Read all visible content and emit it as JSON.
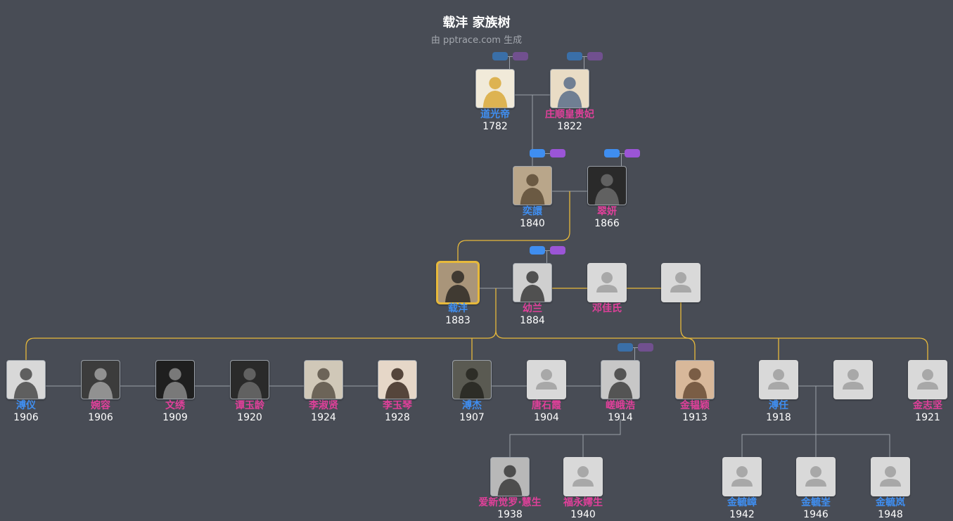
{
  "header": {
    "title": "载沣 家族树",
    "subtitle": "由 pptrace.com 生成"
  },
  "colors": {
    "background": "#484c55",
    "male_name": "#3f8ef0",
    "female_name": "#e0409a",
    "focus_border": "#e7b93b",
    "link_gray": "#9aa0a8",
    "link_gold": "#e7b93b"
  },
  "people": [
    {
      "id": "daoguang",
      "name": "道光帝",
      "year": "1782",
      "gender": "m",
      "photo": "portrait-emperor"
    },
    {
      "id": "zhuangshun",
      "name": "庄顺皇贵妃",
      "year": "1822",
      "gender": "f",
      "photo": "portrait-consort"
    },
    {
      "id": "yixuan",
      "name": "奕譞",
      "year": "1840",
      "gender": "m",
      "photo": "photo-standing-man"
    },
    {
      "id": "cuiyan",
      "name": "翠妍",
      "year": "1866",
      "gender": "f",
      "photo": "photo-woman-dark"
    },
    {
      "id": "zaifeng",
      "name": "载沣",
      "year": "1883",
      "gender": "m",
      "photo": "photo-man-hat",
      "focus": true
    },
    {
      "id": "youlan",
      "name": "幼兰",
      "year": "1884",
      "gender": "f",
      "photo": "photo-seated-woman"
    },
    {
      "id": "dengjiashi",
      "name": "邓佳氏",
      "year": "",
      "gender": "f",
      "photo": "placeholder"
    },
    {
      "id": "unknown4",
      "name": "",
      "year": "",
      "gender": "f",
      "photo": "placeholder"
    },
    {
      "id": "puyi",
      "name": "溥仪",
      "year": "1906",
      "gender": "m",
      "photo": "photo-uniform-man"
    },
    {
      "id": "wanrong",
      "name": "婉容",
      "year": "1906",
      "gender": "f",
      "photo": "photo-woman-group"
    },
    {
      "id": "wenxiu",
      "name": "文绣",
      "year": "1909",
      "gender": "f",
      "photo": "photo-woman-court"
    },
    {
      "id": "tanyuling",
      "name": "谭玉龄",
      "year": "1920",
      "gender": "f",
      "photo": "photo-woman-dark"
    },
    {
      "id": "lishuxian",
      "name": "李淑贤",
      "year": "1924",
      "gender": "f",
      "photo": "photo-woman-light"
    },
    {
      "id": "liyuqin",
      "name": "李玉琴",
      "year": "1928",
      "gender": "f",
      "photo": "photo-woman-face"
    },
    {
      "id": "pujie",
      "name": "溥杰",
      "year": "1907",
      "gender": "m",
      "photo": "photo-two-standing"
    },
    {
      "id": "tangshixia",
      "name": "唐石霞",
      "year": "1904",
      "gender": "f",
      "photo": "placeholder"
    },
    {
      "id": "sagahiro",
      "name": "嵯峨浩",
      "year": "1914",
      "gender": "f",
      "photo": "photo-woman-kimono"
    },
    {
      "id": "jinyunying",
      "name": "金韫颖",
      "year": "1913",
      "gender": "f",
      "photo": "photo-woman-child"
    },
    {
      "id": "puren",
      "name": "溥任",
      "year": "1918",
      "gender": "m",
      "photo": "placeholder"
    },
    {
      "id": "unknown19",
      "name": "",
      "year": "",
      "gender": "f",
      "photo": "placeholder"
    },
    {
      "id": "jinzhijian",
      "name": "金志坚",
      "year": "1921",
      "gender": "f",
      "photo": "placeholder"
    },
    {
      "id": "huisheng",
      "name": "爱新觉罗·慧生",
      "year": "1938",
      "gender": "f",
      "photo": "photo-girl-outdoor"
    },
    {
      "id": "fuyonghusheng",
      "name": "福永嫮生",
      "year": "1940",
      "gender": "f",
      "photo": "placeholder"
    },
    {
      "id": "jinyuzhang",
      "name": "金毓嶂",
      "year": "1942",
      "gender": "m",
      "photo": "placeholder"
    },
    {
      "id": "jinyuquan",
      "name": "金毓峑",
      "year": "1946",
      "gender": "m",
      "photo": "placeholder"
    },
    {
      "id": "jinyulan",
      "name": "金毓岚",
      "year": "1948",
      "gender": "m",
      "photo": "placeholder"
    }
  ]
}
